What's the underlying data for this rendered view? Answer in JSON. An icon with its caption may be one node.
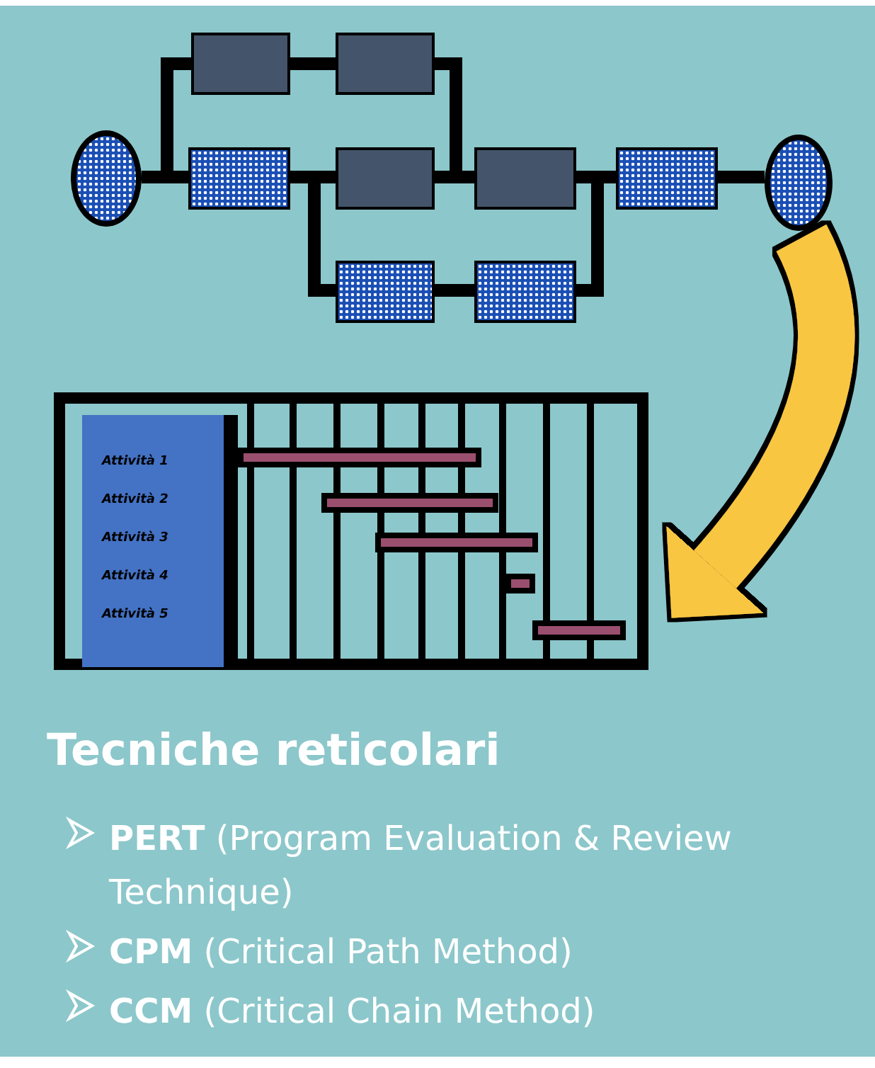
{
  "diagram": {
    "title": "Tecniche reticolari",
    "nodes": [
      {
        "text": [],
        "shape": "ellipse"
      },
      {
        "text": [],
        "shape": "box"
      },
      {
        "text": [],
        "shape": "box"
      },
      {
        "text": [],
        "shape": "box"
      },
      {
        "text": [],
        "shape": "box"
      },
      {
        "text": [],
        "shape": "box"
      },
      {
        "text": [],
        "shape": "box"
      },
      {
        "text": [],
        "shape": "box"
      },
      {
        "text": [],
        "shape": "box"
      },
      {
        "text": [],
        "shape": "ellipse"
      },
      {
        "text": [],
        "shape": "picture"
      },
      {
        "text": [
          "Attività 1",
          "Attività 2",
          "Attività 3",
          "Attività 4",
          "Attività 5"
        ],
        "in": 10
      }
    ],
    "edges": [
      {
        "from": 0,
        "to": 3,
        "arrow": "none"
      },
      {
        "from": 0,
        "to": 1,
        "arrow": "none"
      },
      {
        "from": 1,
        "to": 2,
        "arrow": "none"
      },
      {
        "from": 2,
        "to": 5,
        "arrow": "none"
      },
      {
        "from": 3,
        "to": 4,
        "arrow": "none"
      },
      {
        "from": 4,
        "to": 5,
        "arrow": "none"
      },
      {
        "from": 3,
        "to": 7,
        "arrow": "none"
      },
      {
        "from": 7,
        "to": 8,
        "arrow": "none"
      },
      {
        "from": 8,
        "to": 6,
        "arrow": "none"
      },
      {
        "from": 5,
        "to": 6,
        "arrow": "none"
      },
      {
        "from": 6,
        "to": 9,
        "arrow": "none"
      },
      {
        "from": 9,
        "to": 10,
        "arrow": "to",
        "style": "thick",
        "color": "#f9c642"
      }
    ],
    "labels": [
      "**PERT** (Program Evaluation & Review Technique)",
      "**CPM** (Critical Path Method)",
      "**CCM** (Critical Chain Method)"
    ]
  }
}
